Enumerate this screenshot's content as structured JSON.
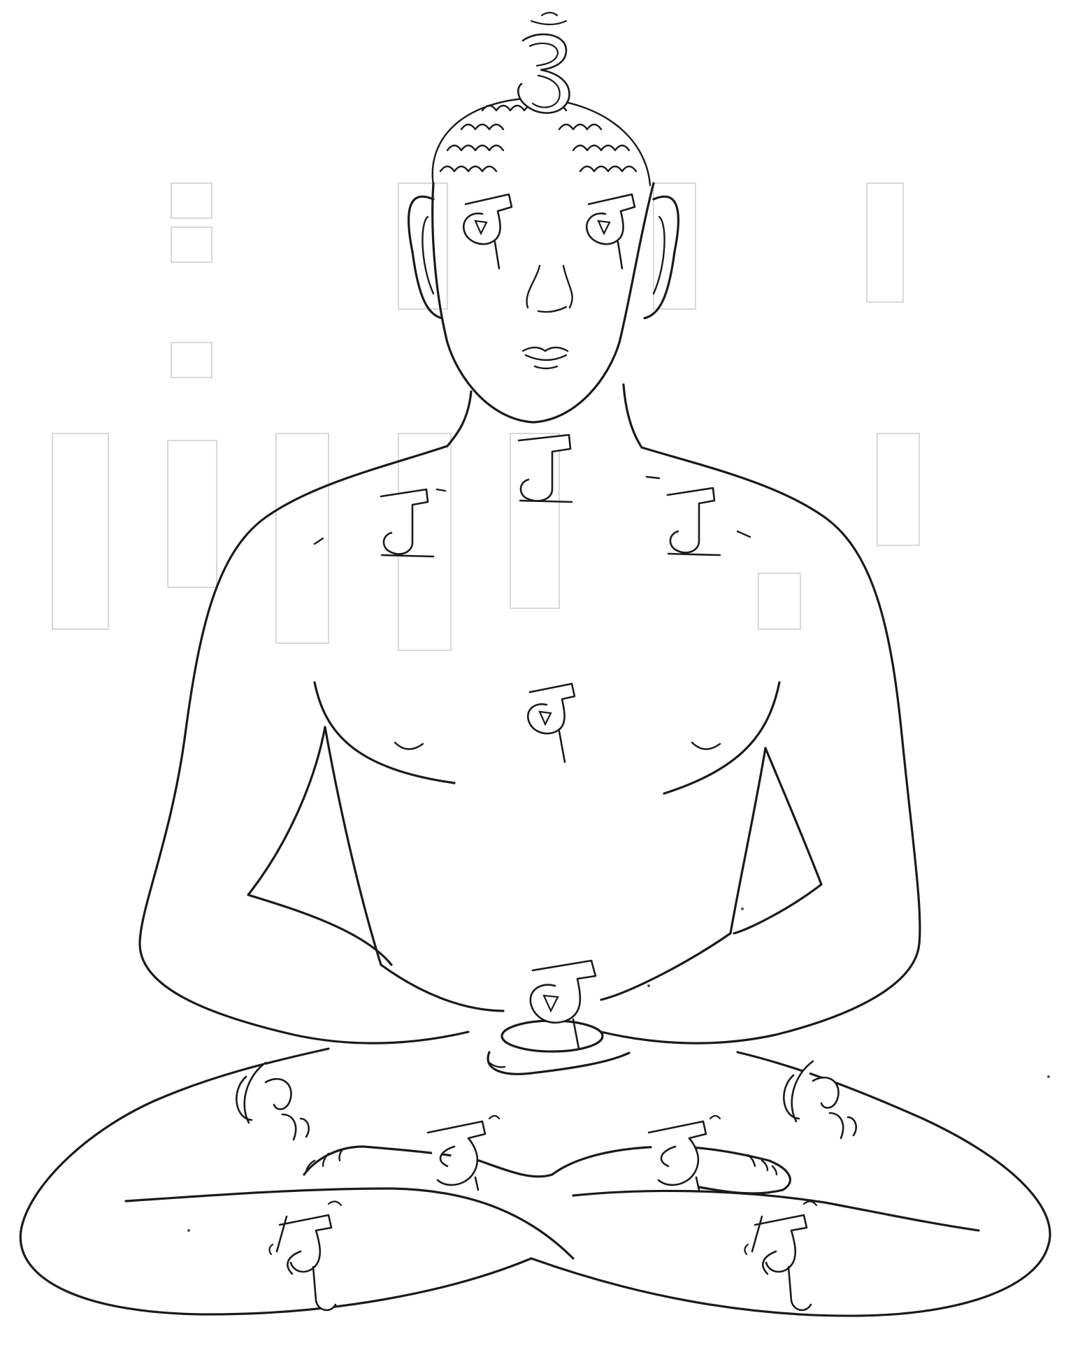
{
  "figure": {
    "subject": "seated-meditating-figure",
    "ink_color": "#1a1a1a",
    "background_color": "#ffffff",
    "ghost_color": "#d8d8d8"
  },
  "seed_syllables": {
    "crown": "oṃ",
    "eyes": [
      "va",
      "va"
    ],
    "throat": "ra",
    "shoulders": [
      "ra",
      "ra"
    ],
    "heart": "va",
    "navel": "va",
    "hips": [
      "hu",
      "hu"
    ],
    "knees": [
      "ha",
      "ha"
    ],
    "shins": [
      "hū",
      "hū"
    ]
  }
}
